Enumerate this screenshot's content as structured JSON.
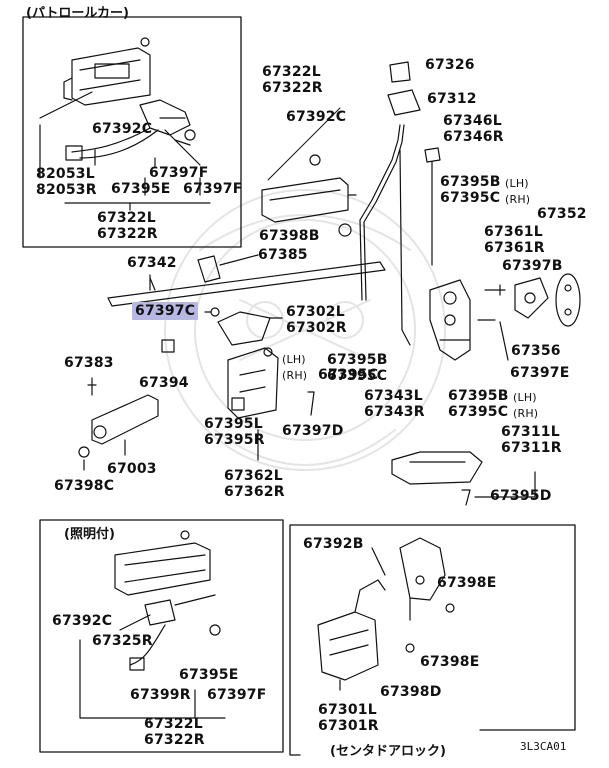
{
  "diagram": {
    "box_titles": {
      "patrol_car": "(パトロールカー)",
      "illuminated": "(照明付)",
      "central_door_lock": "(センタドアロック)"
    },
    "footer_code": "3L3CA01",
    "highlighted_label": "67397C",
    "labels": {
      "l_67392C_top": "67392C",
      "l_82053": [
        "82053L",
        "82053R"
      ],
      "l_67397F_a": "67397F",
      "l_67395E_a": "67395E",
      "l_67397F_b": "67397F",
      "l_67322_a": [
        "67322L",
        "67322R"
      ],
      "l_67342": "67342",
      "l_67397C_hl": "67397C",
      "l_67383": "67383",
      "l_67394": "67394",
      "l_67003": "67003",
      "l_67398C": "67398C",
      "l_67322_b": [
        "67322L",
        "67322R"
      ],
      "l_67392C_mid": "67392C",
      "l_67398B": "67398B",
      "l_67385": "67385",
      "l_67302": [
        "67302L",
        "67302R"
      ],
      "l_lhrh_a": [
        "(LH)",
        "(RH)"
      ],
      "l_67395C_a": "67395C",
      "l_67395_a": [
        "67395L",
        "67395R"
      ],
      "l_67397D": "67397D",
      "l_67362": [
        "67362L",
        "67362R"
      ],
      "l_67326": "67326",
      "l_67312": "67312",
      "l_67346": [
        "67346L",
        "67346R"
      ],
      "l_67395B_c": [
        "67395B",
        "67395C"
      ],
      "l_lhrh_c": [
        "(LH)",
        "(RH)"
      ],
      "l_67352": "67352",
      "l_67361": [
        "67361L",
        "67361R"
      ],
      "l_67397B": "67397B",
      "l_67395B_b": [
        "67395B",
        "67395C"
      ],
      "l_67343": [
        "67343L",
        "67343R"
      ],
      "l_67395B_d": [
        "67395B",
        "67395C"
      ],
      "l_lhrh_d": [
        "(LH)",
        "(RH)"
      ],
      "l_67356": "67356",
      "l_67397E": "67397E",
      "l_67311": [
        "67311L",
        "67311R"
      ],
      "l_67395D": "67395D",
      "l_67392C_bot": "67392C",
      "l_67325R": "67325R",
      "l_67395E_b": "67395E",
      "l_67399R": "67399R",
      "l_67397F_c": "67397F",
      "l_67322_c": [
        "67322L",
        "67322R"
      ],
      "l_67392B": "67392B",
      "l_67398E_a": "67398E",
      "l_67398E_b": "67398E",
      "l_67398D": "67398D",
      "l_67301": [
        "67301L",
        "67301R"
      ]
    }
  }
}
